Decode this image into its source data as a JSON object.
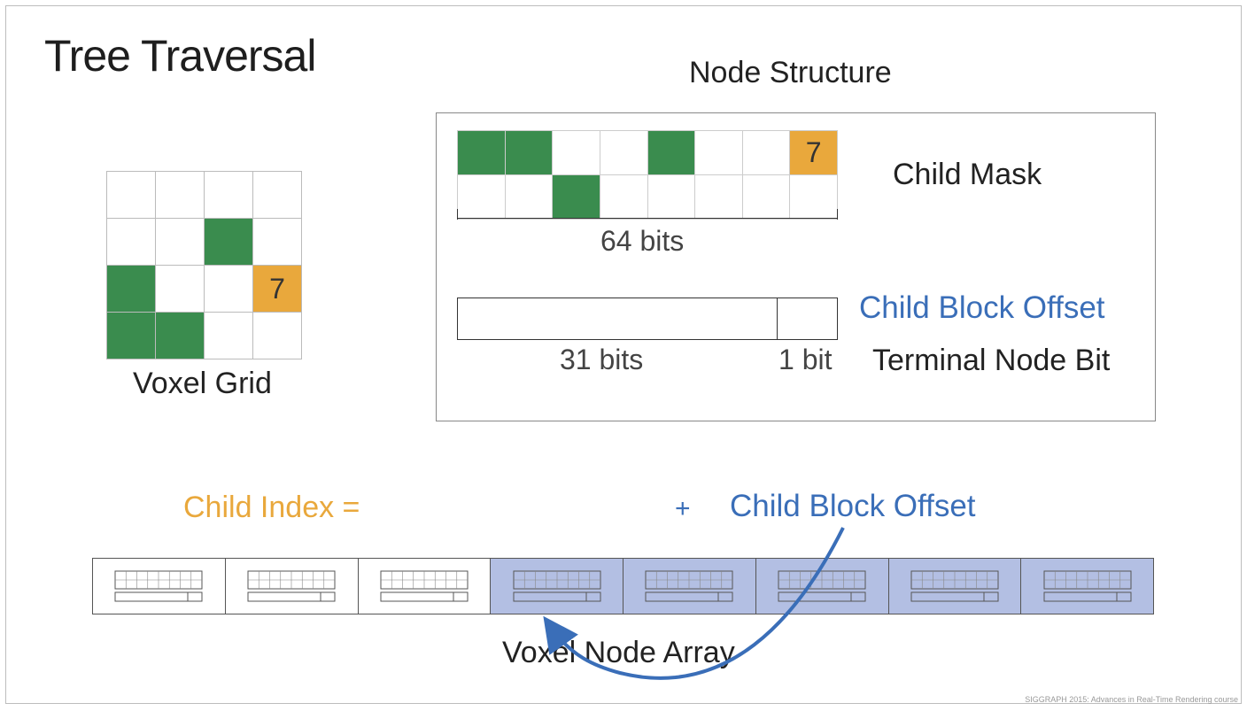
{
  "title": "Tree Traversal",
  "node_structure_label": "Node Structure",
  "voxel_grid": {
    "label": "Voxel Grid",
    "cells": [
      [
        "",
        "",
        "",
        ""
      ],
      [
        "",
        "",
        "green",
        ""
      ],
      [
        "green",
        "",
        "",
        "orange"
      ],
      [
        "green",
        "green",
        "",
        ""
      ]
    ],
    "highlight_text": "7"
  },
  "child_mask": {
    "label": "Child Mask",
    "bits_label": "64 bits",
    "cells": [
      [
        "green",
        "green",
        "",
        "",
        "green",
        "",
        "",
        "orange"
      ],
      [
        "",
        "",
        "green",
        "",
        "",
        "",
        "",
        ""
      ]
    ],
    "highlight_text": "7"
  },
  "offset_field": {
    "offset_label": "Child Block Offset",
    "terminal_label": "Terminal Node Bit",
    "bits_31_label": "31 bits",
    "bits_1_label": "1 bit"
  },
  "formula": {
    "child_index": "Child Index =",
    "plus": "+",
    "child_block_offset": "Child Block Offset"
  },
  "voxel_node_array": {
    "label": "Voxel Node Array",
    "slots": [
      false,
      false,
      false,
      true,
      true,
      true,
      true,
      true
    ]
  },
  "footer": "SIGGRAPH 2015: Advances in Real-Time Rendering course",
  "colors": {
    "green": "#3a8c4e",
    "orange": "#e9a83c",
    "blue": "#3a6eb8",
    "highlight": "#b3bfe3"
  }
}
